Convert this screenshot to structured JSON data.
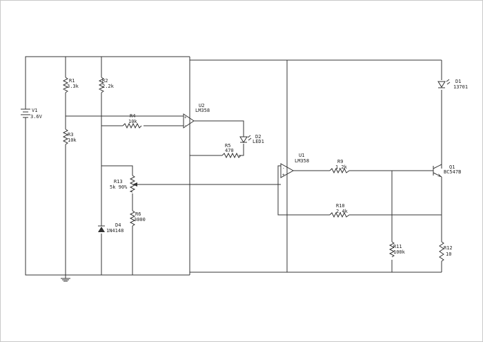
{
  "components": {
    "V1": {
      "ref": "V1",
      "value": "3.6V"
    },
    "R1": {
      "ref": "R1",
      "value": "3.3k"
    },
    "R2": {
      "ref": "R2",
      "value": "2.2k"
    },
    "R3": {
      "ref": "R3",
      "value": "10k"
    },
    "R4": {
      "ref": "R4",
      "value": "10k"
    },
    "R5": {
      "ref": "R5",
      "value": "470"
    },
    "R6": {
      "ref": "R6",
      "value": "3000"
    },
    "R9": {
      "ref": "R9",
      "value": "1.2k"
    },
    "R10": {
      "ref": "R10",
      "value": "2.4k"
    },
    "R11": {
      "ref": "R11",
      "value": "100k"
    },
    "R12": {
      "ref": "R12",
      "value": "10"
    },
    "R13": {
      "ref": "R13",
      "value": "5k 90%"
    },
    "U1": {
      "ref": "U1",
      "value": "LM358"
    },
    "U2": {
      "ref": "U2",
      "value": "LM358"
    },
    "D1": {
      "ref": "D1",
      "value": "13701"
    },
    "D2": {
      "ref": "D2",
      "value": "LED1"
    },
    "D4": {
      "ref": "D4",
      "value": "1N4148"
    },
    "Q1": {
      "ref": "Q1",
      "value": "BC547B"
    }
  }
}
